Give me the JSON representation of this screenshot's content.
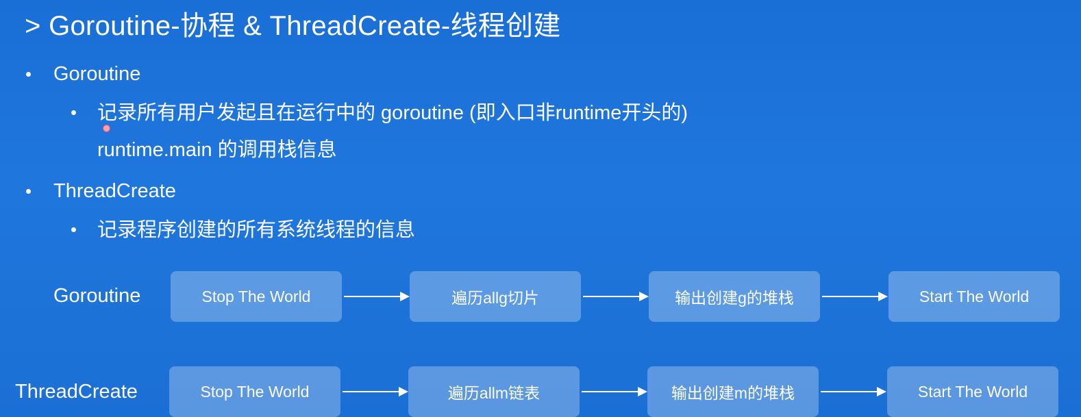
{
  "title": "> Goroutine-协程 & ThreadCreate-线程创建",
  "bullets": [
    {
      "label": "Goroutine",
      "children": [
        {
          "lines": [
            "记录所有用户发起且在运行中的 goroutine (即入口非runtime开头的)",
            "runtime.main 的调用栈信息"
          ]
        }
      ]
    },
    {
      "label": "ThreadCreate",
      "children": [
        {
          "lines": [
            "记录程序创建的所有系统线程的信息"
          ]
        }
      ]
    }
  ],
  "flows": [
    {
      "label": "Goroutine",
      "steps": [
        "Stop The World",
        "遍历allg切片",
        "输出创建g的堆栈",
        "Start The World"
      ]
    },
    {
      "label": "ThreadCreate",
      "steps": [
        "Stop The World",
        "遍历allm链表",
        "输出创建m的堆栈",
        "Start The World"
      ]
    }
  ],
  "colors": {
    "background": "#1f76dc",
    "box_fill": "rgba(255,255,255,0.28)",
    "text": "#ffffff"
  }
}
